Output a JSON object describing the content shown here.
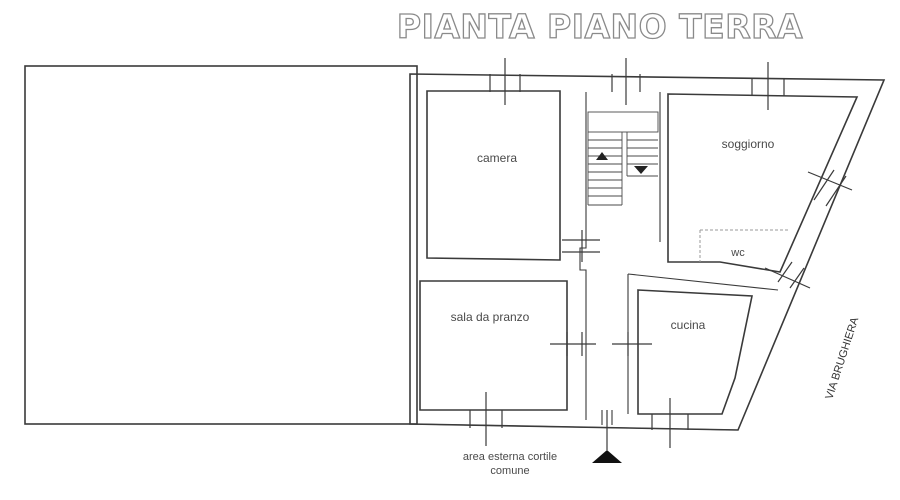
{
  "plan": {
    "title": "PIANTA PIANO TERRA",
    "rooms": {
      "camera": "camera",
      "soggiorno": "soggiorno",
      "wc": "wc",
      "sala_da_pranzo": "sala da pranzo",
      "cucina": "cucina"
    },
    "area_esterna": {
      "line1": "area esterna cortile",
      "line2": "comune"
    },
    "street": "VIA BRUGHIERA"
  }
}
